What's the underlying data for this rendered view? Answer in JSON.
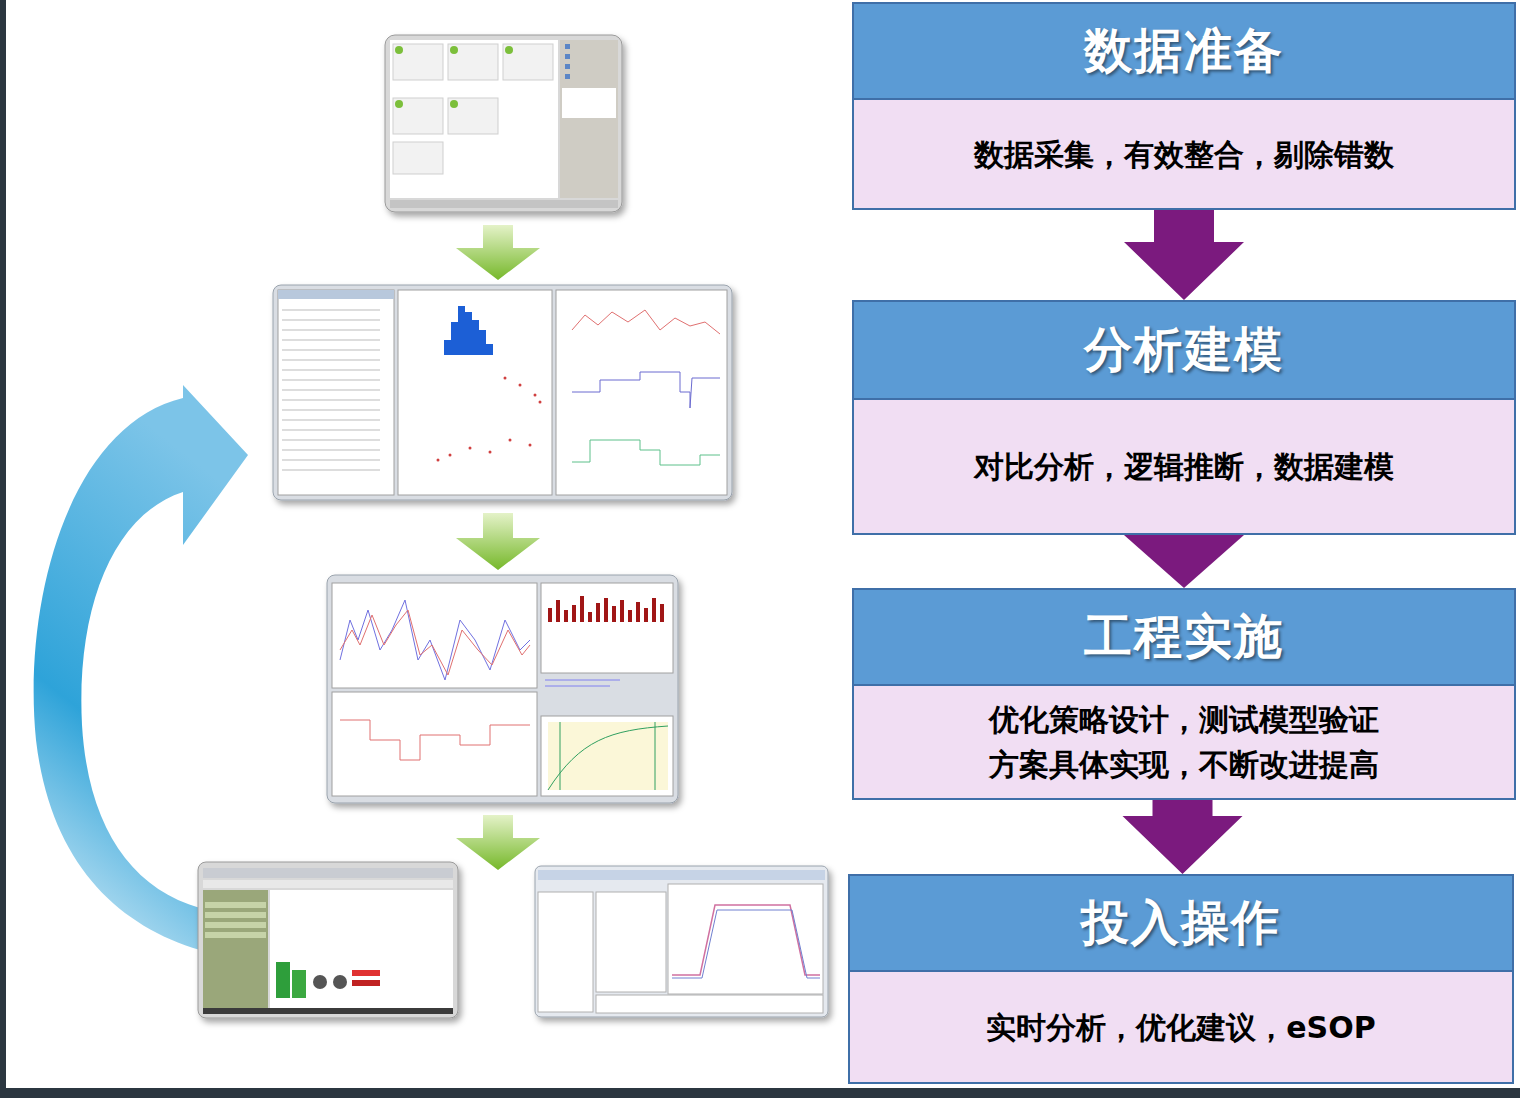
{
  "diagram": {
    "nodes": [
      {
        "text": [
          "数据准备",
          "数据采集，有效整合，剔除错数"
        ]
      },
      {
        "text": [
          "分析建模",
          "对比分析，逻辑推断，数据建模"
        ]
      },
      {
        "text": [
          "工程实施",
          "优化策略设计，测试模型验证 方案具体实现，不断改进提高"
        ]
      },
      {
        "text": [
          "投入操作",
          "实时分析，优化建议，eSOP"
        ]
      }
    ],
    "edges": [
      {
        "from": 0,
        "to": 1,
        "arrow": "to"
      },
      {
        "from": 1,
        "to": 2,
        "arrow": "to"
      },
      {
        "from": 2,
        "to": 3,
        "arrow": "to"
      }
    ]
  }
}
